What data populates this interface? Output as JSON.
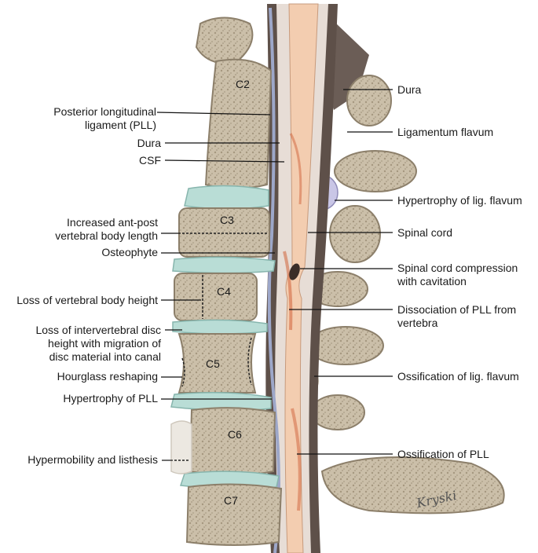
{
  "vertebrae": [
    "C2",
    "C3",
    "C4",
    "C5",
    "C6",
    "C7"
  ],
  "labels_left": [
    {
      "id": "pll",
      "lines": [
        "Posterior longitudinal",
        "ligament (PLL)"
      ]
    },
    {
      "id": "dura-left",
      "lines": [
        "Dura"
      ]
    },
    {
      "id": "csf",
      "lines": [
        "CSF"
      ]
    },
    {
      "id": "ant-post",
      "lines": [
        "Increased ant-post",
        "vertebral body length"
      ]
    },
    {
      "id": "osteophyte",
      "lines": [
        "Osteophyte"
      ]
    },
    {
      "id": "height-loss",
      "lines": [
        "Loss of vertebral body height"
      ]
    },
    {
      "id": "disc-loss",
      "lines": [
        "Loss of intervertebral disc",
        "height with migration of",
        "disc material into canal"
      ]
    },
    {
      "id": "hourglass",
      "lines": [
        "Hourglass reshaping"
      ]
    },
    {
      "id": "pll-hyper",
      "lines": [
        "Hypertrophy of PLL"
      ]
    },
    {
      "id": "hypermobility",
      "lines": [
        "Hypermobility and listhesis"
      ]
    }
  ],
  "labels_right": [
    {
      "id": "dura-right",
      "lines": [
        "Dura"
      ]
    },
    {
      "id": "lig-flavum",
      "lines": [
        "Ligamentum flavum"
      ]
    },
    {
      "id": "lig-hyper",
      "lines": [
        "Hypertrophy of lig. flavum"
      ]
    },
    {
      "id": "spinal-cord",
      "lines": [
        "Spinal cord"
      ]
    },
    {
      "id": "compression",
      "lines": [
        "Spinal cord compression",
        "with cavitation"
      ]
    },
    {
      "id": "dissociation",
      "lines": [
        "Dissociation of PLL from",
        "vertebra"
      ]
    },
    {
      "id": "ossif-lig",
      "lines": [
        "Ossification of lig. flavum"
      ]
    },
    {
      "id": "ossif-pll",
      "lines": [
        "Ossification of PLL"
      ]
    }
  ],
  "signature": "Kryski",
  "colors": {
    "bone": "#cbbfa9",
    "bone_edge": "#8c7f6a",
    "disc": "#b9ddd6",
    "dura": "#5e5049",
    "cord": "#f3cdb0",
    "hemorrhage": "#d0623a"
  }
}
